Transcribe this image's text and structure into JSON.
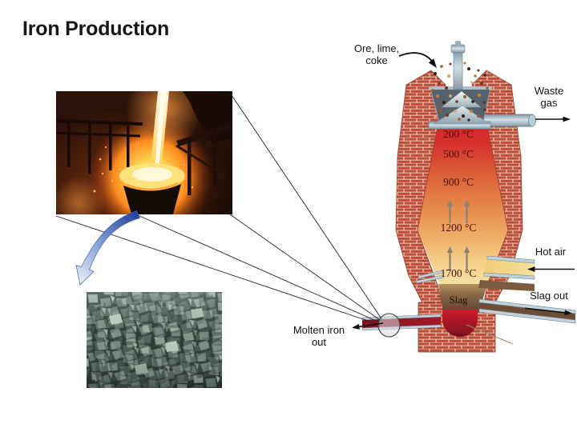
{
  "title": "Iron Production",
  "diagram": {
    "labels": {
      "charge": {
        "line1": "Ore, lime,",
        "line2": "coke"
      },
      "waste_gas": {
        "line1": "Waste",
        "line2": "gas"
      },
      "hot_air": "Hot air",
      "slag_out": "Slag out",
      "molten_iron": {
        "line1": "Molten iron",
        "line2": "out"
      },
      "slag": "Slag"
    },
    "temperatures": [
      "200 °C",
      "500 °C",
      "900 °C",
      "1200 °C",
      "1700 °C"
    ],
    "colors": {
      "brick": "#bb4a37",
      "mortar": "#e6c3b0",
      "shaft_top": "#d7252c",
      "shaft_bottom": "#f8e4ac",
      "slag_brown": "#7b5a40",
      "molten_red": "#a81a28",
      "pipe_metal": "#c2d2da",
      "blue_arrow": "#24419b"
    }
  },
  "photos": {
    "molten_pour": "molten-iron-pour-photo",
    "iron_ore": "iron-ore-chunks-photo"
  }
}
